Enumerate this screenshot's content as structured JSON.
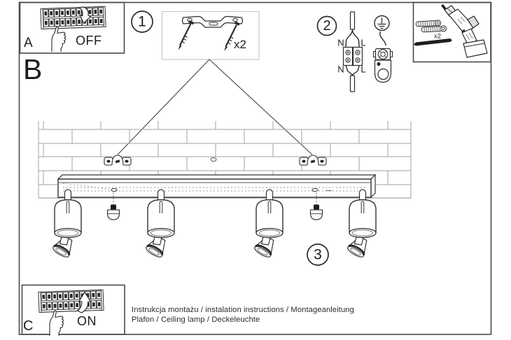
{
  "steps": {
    "a": "A",
    "b": "B",
    "c": "C",
    "n1": "1",
    "n2": "2",
    "n3": "3"
  },
  "switch": {
    "off": "OFF",
    "on": "ON"
  },
  "quantities": {
    "brackets": "x2",
    "anchors": "x2"
  },
  "wiring": {
    "n_top": "N",
    "l_top": "L",
    "n_bottom": "N",
    "l_bottom": "L"
  },
  "footer": {
    "line1": "Instrukcja montażu / instalation instructions / Montageanleitung",
    "line2": "Plafon / Ceiling lamp / Deckeleuchte"
  },
  "colors": {
    "line": "#2b2b2b",
    "brick_line": "#a0a0a0",
    "light_box_border": "#c7c7c7"
  }
}
